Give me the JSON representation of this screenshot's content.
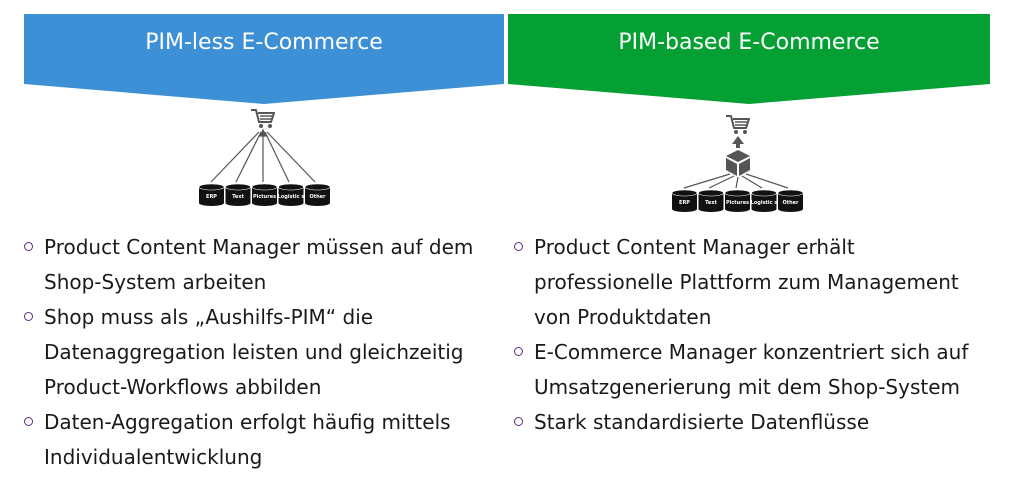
{
  "colors": {
    "left_banner": "#3d8fd6",
    "right_banner": "#04a033",
    "bullet_marker": "#5b2c83",
    "icon": "#555555",
    "database": "#111111"
  },
  "left": {
    "title": "PIM-less E-Commerce",
    "bullets": [
      "Product Content Manager müssen auf dem Shop-System arbeiten",
      "Shop muss als „Aushilfs-PIM“ die Datenaggregation leisten und gleichzeitig Product-Workflows abbilden",
      "Daten-Aggregation erfolgt häufig mittels Individualentwicklung"
    ],
    "databases": [
      "ERP",
      "Text",
      "Pictures",
      "Logistic s",
      "Other"
    ],
    "icons": [
      "cart-icon"
    ]
  },
  "right": {
    "title": "PIM-based E-Commerce",
    "bullets": [
      "Product Content Manager erhält professionelle Plattform zum Management von Produktdaten",
      "E-Commerce Manager konzentriert sich auf Umsatzgenerierung mit dem Shop-System",
      "Stark standardisierte Datenflüsse"
    ],
    "databases": [
      "ERP",
      "Text",
      "Pictures",
      "Logistic s",
      "Other"
    ],
    "icons": [
      "cart-icon",
      "pim-box-icon"
    ]
  }
}
